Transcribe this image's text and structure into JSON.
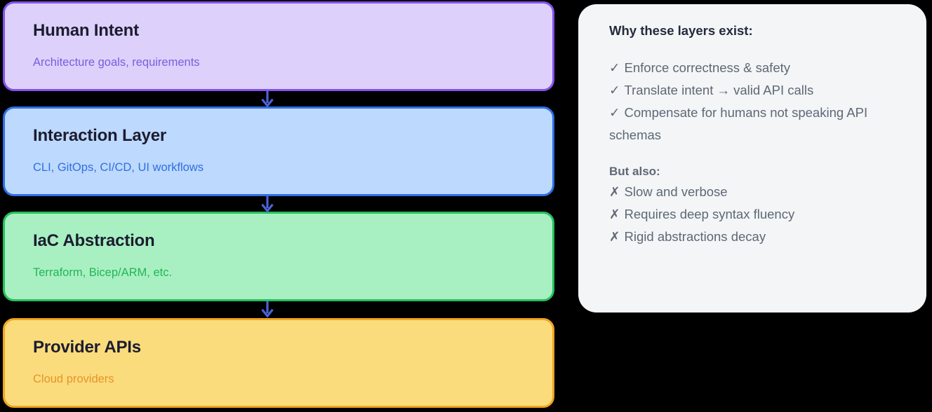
{
  "diagram": {
    "layers": [
      {
        "id": "human-intent",
        "title": "Human Intent",
        "subtitle": "Architecture goals, requirements",
        "fill": "#ddd1fb",
        "border": "#8552ec",
        "subtitle_color": "#7c5ce0"
      },
      {
        "id": "interaction-layer",
        "title": "Interaction Layer",
        "subtitle": "CLI, GitOps, CI/CD, UI workflows",
        "fill": "#bdd9fd",
        "border": "#2f6fe4",
        "subtitle_color": "#2f6fe4"
      },
      {
        "id": "iac-abstraction",
        "title": "IaC Abstraction",
        "subtitle": "Terraform, Bicep/ARM, etc.",
        "fill": "#a8f0c2",
        "border": "#24c15e",
        "subtitle_color": "#23b558"
      },
      {
        "id": "provider-apis",
        "title": "Provider APIs",
        "subtitle": "Cloud providers",
        "fill": "#fbdc7c",
        "border": "#efa521",
        "subtitle_color": "#e5942a"
      }
    ],
    "connectors": [
      {
        "id": "connector-human-to-interaction",
        "icon": "down-arrow-icon",
        "color": "#4a63d8"
      },
      {
        "id": "connector-interaction-to-iac",
        "icon": "down-arrow-icon",
        "color": "#4a63d8"
      },
      {
        "id": "connector-iac-to-provider",
        "icon": "down-arrow-icon",
        "color": "#4a63d8"
      }
    ]
  },
  "info_panel": {
    "heading": "Why these layers exist:",
    "positives": [
      {
        "mark": "✓",
        "text": "Enforce correctness & safety"
      },
      {
        "mark": "✓",
        "text": "Translate intent → valid API calls"
      },
      {
        "mark": "✓",
        "text": "Compensate for humans not speaking API schemas"
      }
    ],
    "subheading": "But also:",
    "negatives": [
      {
        "mark": "✗",
        "text": "Slow and verbose"
      },
      {
        "mark": "✗",
        "text": "Requires deep syntax fluency"
      },
      {
        "mark": "✗",
        "text": "Rigid abstractions decay"
      }
    ],
    "background": "#f3f5f7",
    "heading_color": "#242b3a",
    "text_color": "#5e6875"
  }
}
